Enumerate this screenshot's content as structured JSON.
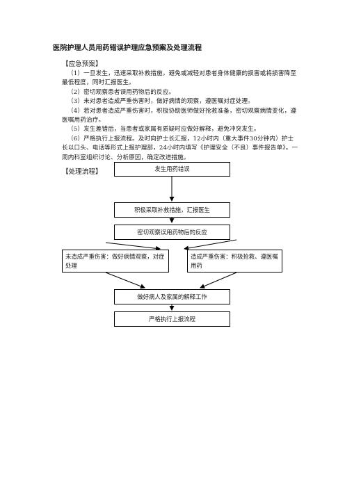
{
  "document": {
    "title": "医院护理人员用药错误护理应急预案及处理流程",
    "plan_heading": "【应急预案】",
    "plan_items": [
      "（1）一旦发生，迅速采取补救措施，避免或减轻对患者身体健康的损害或将损害降至最低程度，同时汇报医生。",
      "（2）密切观察患者误用药物后的反应。",
      "（3）未对患者造成严重伤害时，做好病情的观察，遵医嘱对症处理。",
      "（4）若对患者造成严重伤害时，积极协助医师做好抢救准备，密切观察病情变化，遵医嘱用药治疗。",
      "（5）发生差错后，当患者或家属有质疑时应做好解释，避免冲突发生。",
      "（6）严格执行上报流程。及时向护士长汇报，12小时内（重大事件30分钟内）护士长以口头、电话等形式上报护理部，24小时内填写《护理安全（不良）事件报告单》。一周内科室组织讨论、分析原因，确定改进措施。"
    ],
    "process_heading": "【处理流程】"
  },
  "flowchart": {
    "step1": "发生用药错误",
    "step2": "积极采取补救措施，汇报医生",
    "step3": "密切观察误用药物后的反应",
    "branch_left": "未造成严重伤害：做好病情观察，对症处理",
    "branch_right": "造成严重伤害：积极抢救、遵医嘱用药",
    "step4": "做好病人及家属的解释工作",
    "step5": "严格执行上报流程"
  }
}
